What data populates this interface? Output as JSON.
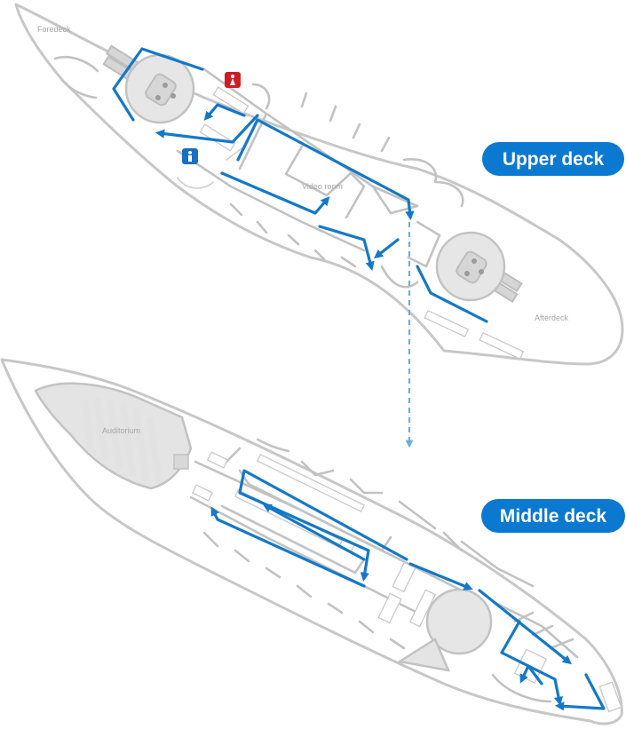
{
  "decks": [
    {
      "id": "upper",
      "name": "Upper deck"
    },
    {
      "id": "middle",
      "name": "Middle deck"
    }
  ],
  "labels": {
    "foredeck": "Foredeck",
    "video_room": "Video room",
    "afterdeck": "Afterdeck",
    "auditorium": "Auditorium"
  },
  "icons": {
    "womens_restroom": "restroom-female-icon",
    "mens_restroom": "restroom-male-icon"
  },
  "colors": {
    "route": "#1478c8",
    "route_link": "#6ab0e0",
    "deck_pill": "#0b79d0",
    "womens_restroom": "#d21a24",
    "mens_restroom": "#1a6fc0",
    "walls": "#c2c2c2"
  }
}
